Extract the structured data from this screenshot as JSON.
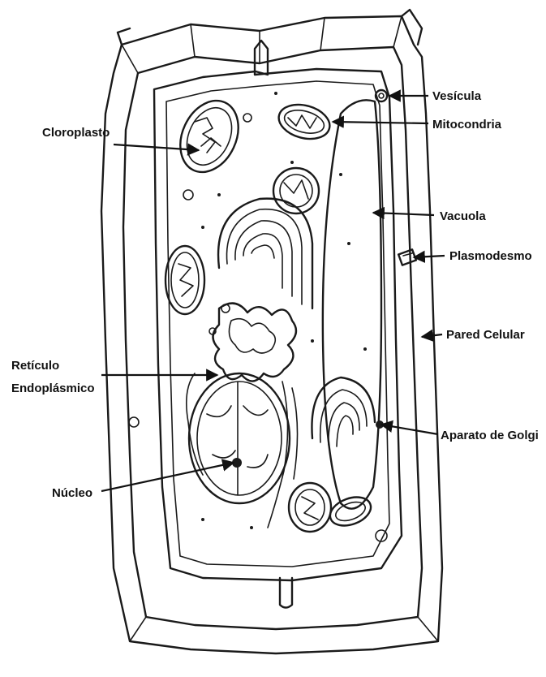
{
  "labels": {
    "vesicula": "Vesícula",
    "mitocondria": "Mitocondria",
    "cloroplasto": "Cloroplasto",
    "vacuola": "Vacuola",
    "plasmodesmo": "Plasmodesmo",
    "pared_celular": "Pared Celular",
    "reticulo_1": "Retículo",
    "reticulo_2": "Endoplásmico",
    "aparato_golgi": "Aparato de Golgi",
    "nucleo": "Núcleo"
  },
  "colors": {
    "ink": "#1a1a1a",
    "background": "#ffffff"
  }
}
